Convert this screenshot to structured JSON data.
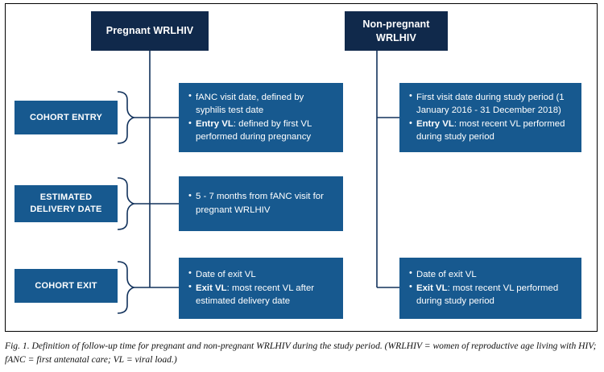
{
  "figure": {
    "colors": {
      "header_navy": "#10294b",
      "box_blue": "#17598f",
      "connector": "#12325c",
      "frame_border": "#000000",
      "text_on_box": "#ffffff"
    },
    "headers": [
      {
        "id": "pregnant",
        "label": "Pregnant WRLHIV"
      },
      {
        "id": "non-pregnant",
        "label": "Non-pregnant WRLHIV"
      }
    ],
    "stages": [
      {
        "id": "cohort-entry",
        "label": "COHORT ENTRY"
      },
      {
        "id": "estimated-delivery-date",
        "label": "ESTIMATED DELIVERY DATE"
      },
      {
        "id": "cohort-exit",
        "label": "COHORT EXIT"
      }
    ],
    "boxes": {
      "pregnant_entry": {
        "bullet1_text": "fANC visit date, defined by syphilis test date",
        "bullet2_lead": "Entry VL",
        "bullet2_text": ": defined by first VL performed during pregnancy"
      },
      "nonpregnant_entry": {
        "bullet1_text": "First visit date during study period (1 January 2016 - 31 December 2018)",
        "bullet2_lead": "Entry VL",
        "bullet2_text": ": most recent VL performed during study period"
      },
      "pregnant_edd": {
        "bullet1_text": "5 - 7 months from fANC visit for pregnant WRLHIV"
      },
      "pregnant_exit": {
        "bullet1_text": "Date of exit VL",
        "bullet2_lead": "Exit VL",
        "bullet2_text": ": most recent VL after estimated delivery date"
      },
      "nonpregnant_exit": {
        "bullet1_text": "Date of exit VL",
        "bullet2_lead": "Exit VL",
        "bullet2_text": ": most recent VL performed during study period"
      }
    },
    "caption": "Fig. 1. Definition of follow-up time for pregnant and non-pregnant WRLHIV during the study period. (WRLHIV = women of reproductive age living with HIV; fANC = first antenatal care; VL = viral load.)"
  }
}
